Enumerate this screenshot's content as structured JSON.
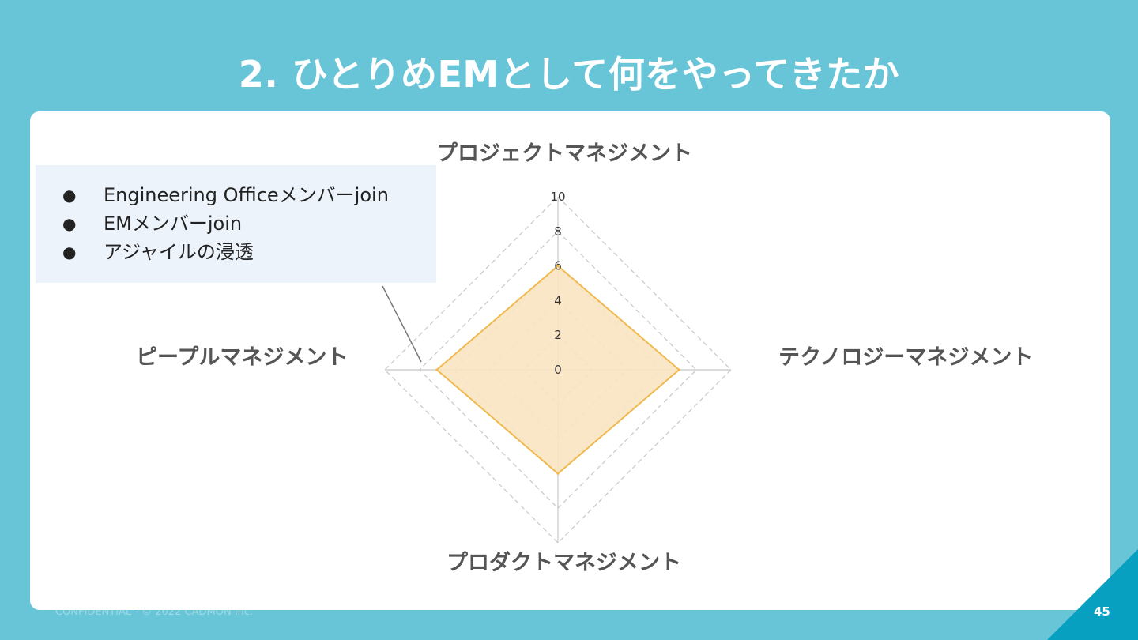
{
  "slide": {
    "title": "2. ひとりめEMとして何をやってきたか",
    "footer": "CONFIDENTIAL - © 2022 CADMON Inc.",
    "page_number": "45"
  },
  "callout": {
    "items": [
      "Engineering Officeメンバーjoin",
      "EMメンバーjoin",
      "アジャイルの浸透"
    ],
    "bullet": "●"
  },
  "colors": {
    "background": "#68c5d8",
    "fill": "#f9e4c2",
    "stroke": "#f1b94e",
    "grid": "#c8c8c8",
    "callout_bg": "#ecf3fb",
    "corner": "#08a0c0"
  },
  "chart_data": {
    "type": "radar",
    "categories": [
      "プロジェクトマネジメント",
      "テクノロジーマネジメント",
      "プロダクトマネジメント",
      "ピープルマネジメント"
    ],
    "values": [
      6,
      7,
      6,
      7
    ],
    "rlim": [
      0,
      10
    ],
    "ticks": [
      0,
      2,
      4,
      6,
      8,
      10
    ],
    "tick_labels": [
      "0",
      "2",
      "4",
      "6",
      "8",
      "10"
    ],
    "grid": true
  }
}
